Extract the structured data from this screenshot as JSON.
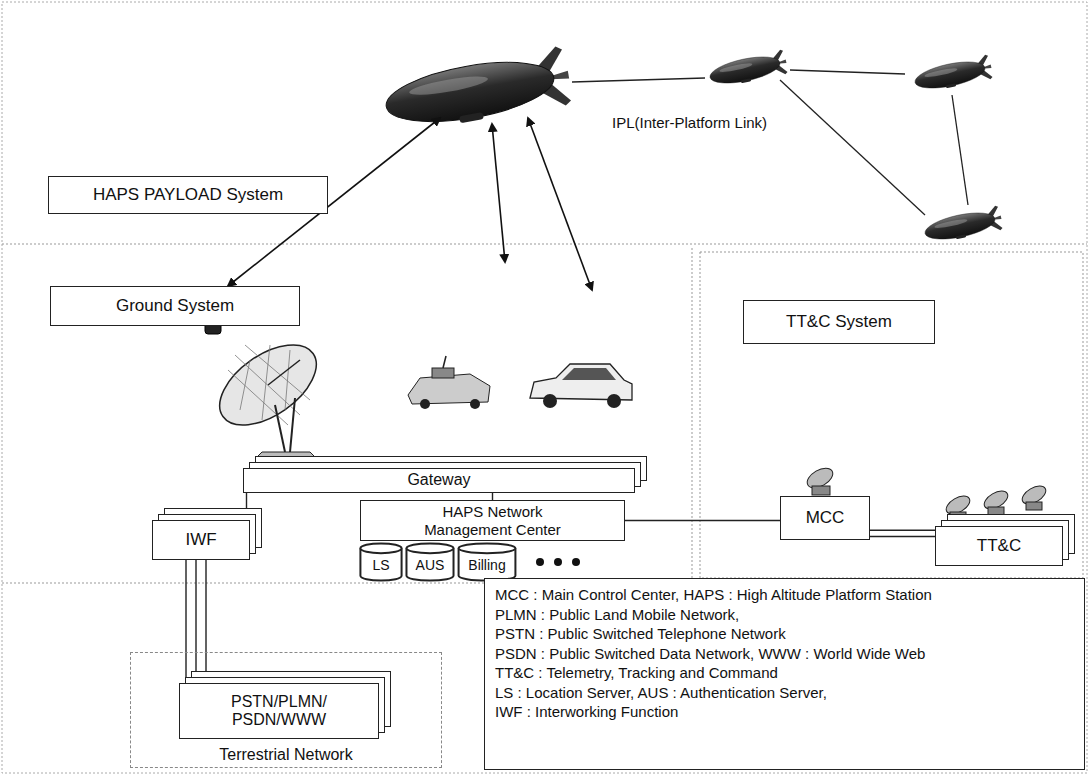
{
  "diagram": {
    "nodes": [
      {
        "text": [
          "HAPS PAYLOAD System"
        ]
      },
      {
        "text": [
          "Ground System"
        ]
      },
      {
        "text": [
          "TT&C System"
        ]
      },
      {
        "text": [
          "Gateway"
        ]
      },
      {
        "text": [
          "HAPS Network Management Center"
        ]
      },
      {
        "text": [
          "LS"
        ]
      },
      {
        "text": [
          "AUS"
        ]
      },
      {
        "text": [
          "Billing"
        ]
      },
      {
        "text": [
          "IWF"
        ]
      },
      {
        "text": [
          "MCC"
        ]
      },
      {
        "text": [
          "TT&C"
        ]
      },
      {
        "text": [
          "Terrestrial Network"
        ]
      },
      {
        "text": [
          "PSTN/PLMN/ PSDN/WWW"
        ],
        "in": 11
      },
      {
        "text": [
          "MCC : Main Control Center, HAPS : High Altitude Platform Station",
          "PLMN : Public Land Mobile Network,",
          "PSTN : Public Switched Telephone Network",
          "PSDN : Public Switched Data Network, WWW : World Wide Web",
          "TT&C : Telemetry, Tracking and Command",
          "LS : Location Server, AUS : Authentication Server,",
          "IWF : Interworking Function"
        ]
      }
    ],
    "edges": [
      {
        "from": 3,
        "to": 8,
        "arrow": "none"
      },
      {
        "from": 8,
        "to": 12,
        "arrow": "none"
      },
      {
        "from": 4,
        "to": 9,
        "arrow": "none"
      },
      {
        "from": 9,
        "to": 10,
        "arrow": "none"
      },
      {
        "from": 3,
        "to": 4,
        "arrow": "none"
      }
    ],
    "labels": [
      "IPL(Inter-Platform Link)"
    ]
  }
}
